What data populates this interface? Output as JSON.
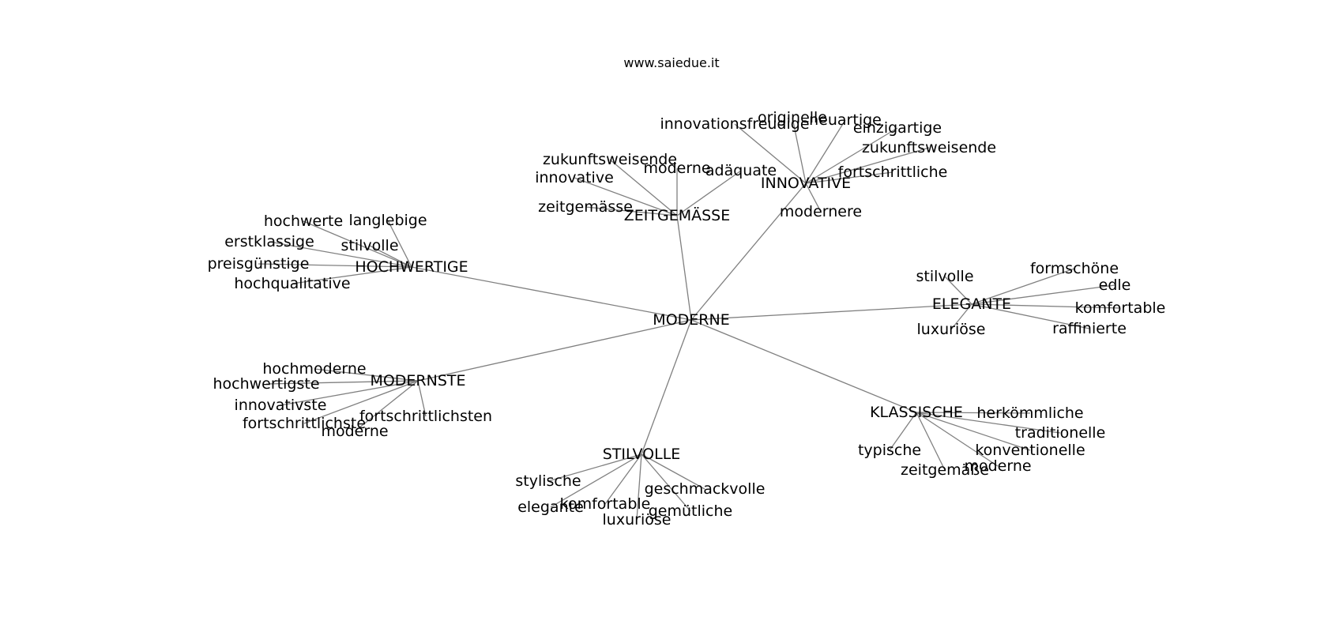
{
  "site": "www.saiedue.it",
  "graph": {
    "root": "MODERNE",
    "clusters": [
      {
        "hub": "INNOVATIVE",
        "leaves": [
          "innovationsfreudige",
          "originelle",
          "neuartige",
          "einzigartige",
          "zukunftsweisende",
          "fortschrittliche",
          "modernere"
        ]
      },
      {
        "hub": "ZEITGEMÄSSE",
        "leaves": [
          "zukunftsweisende",
          "moderne",
          "adäquate",
          "innovative",
          "zeitgemässe"
        ]
      },
      {
        "hub": "HOCHWERTIGE",
        "leaves": [
          "hochwerte",
          "langlebige",
          "erstklassige",
          "stilvolle",
          "preisgünstige",
          "hochqualitative"
        ]
      },
      {
        "hub": "ELEGANTE",
        "leaves": [
          "stilvolle",
          "formschöne",
          "edle",
          "komfortable",
          "luxuriöse",
          "raffinierte"
        ]
      },
      {
        "hub": "MODERNSTE",
        "leaves": [
          "hochmoderne",
          "hochwertigste",
          "innovativste",
          "fortschrittlichste",
          "fortschrittlichsten",
          "moderne"
        ]
      },
      {
        "hub": "KLASSISCHE",
        "leaves": [
          "herkömmliche",
          "traditionelle",
          "konventionelle",
          "typische",
          "zeitgemäße",
          "moderne"
        ]
      },
      {
        "hub": "STILVOLLE",
        "leaves": [
          "stylische",
          "elegante",
          "komfortable",
          "geschmackvolle",
          "gemütliche",
          "luxuriöse"
        ]
      }
    ]
  }
}
